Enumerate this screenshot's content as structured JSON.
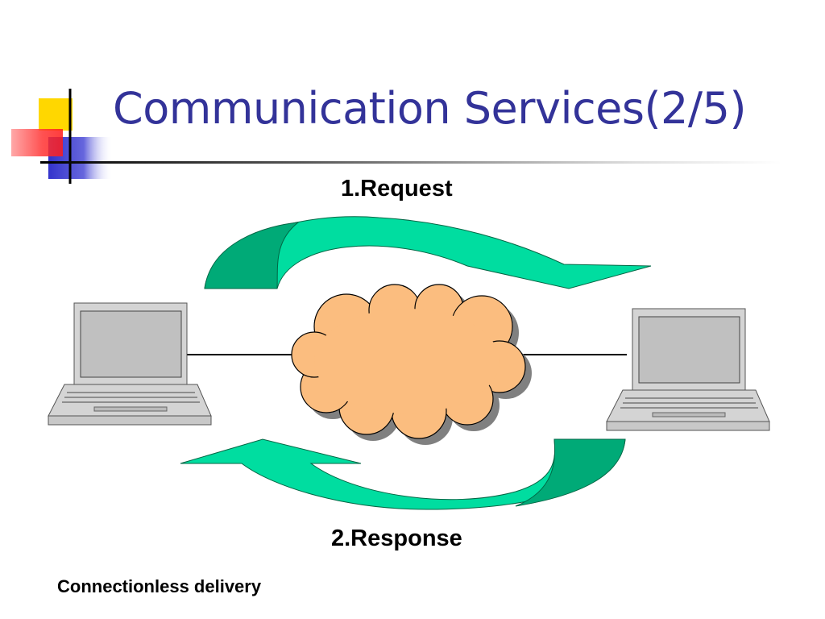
{
  "slide": {
    "title": "Communication Services(2/5)"
  },
  "diagram": {
    "request_label": "1.Request",
    "response_label": "2.Response",
    "caption": "Connectionless delivery",
    "nodes": {
      "left": "laptop-icon",
      "right": "laptop-icon",
      "center": "network-cloud-icon"
    },
    "colors": {
      "title": "#333399",
      "arrow_fill": "#00DDA0",
      "arrow_shade": "#009966",
      "cloud_fill": "#FBBD7F",
      "cloud_shadow": "#808080",
      "laptop_body": "#D4D4D4",
      "laptop_screen": "#C0C0C0",
      "deco_yellow": "#FFD700",
      "deco_red": "#FF3333",
      "deco_blue": "#3333CC"
    }
  }
}
